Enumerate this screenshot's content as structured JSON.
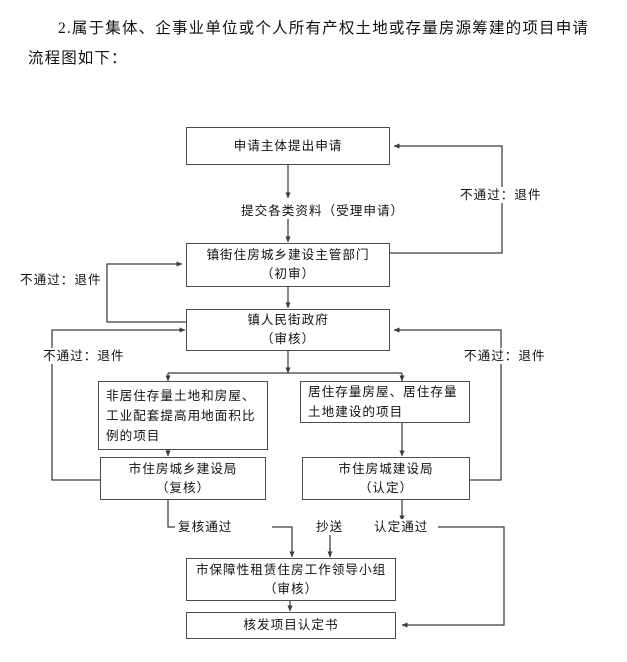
{
  "document": {
    "heading": "2.属于集体、企事业单位或个人所有产权土地或存量房源筹建的项目申请流程图如下："
  },
  "flowchart": {
    "title": "属于集体、企事业单位或个人所有产权土地或存量房源筹建的项目申请流程图",
    "nodes": {
      "applicant": {
        "line1": "申请主体提出申请"
      },
      "town_dept": {
        "line1": "镇街住房城乡建设主管部门",
        "line2": "（初审）"
      },
      "town_gov": {
        "line1": "镇人民街政府",
        "line2": "（审核）"
      },
      "nonres_project": {
        "line1": "非居住存量土地和房屋、工业配套提高用地面积比例的项目"
      },
      "res_project": {
        "line1": "居住存量房屋、居住存量土地建设的项目"
      },
      "city_bureau_review": {
        "line1": "市住房城乡建设局",
        "line2": "（复核）"
      },
      "city_bureau_confirm": {
        "line1": "市住房城建设局",
        "line2": "（认定）"
      },
      "leading_group": {
        "line1": "市保障性租赁住房工作领导小组",
        "line2": "（审核）"
      },
      "certificate": {
        "line1": "核发项目认定书"
      }
    },
    "edge_labels": {
      "submit_materials": "提交各类资料（受理申请）",
      "reject_top_right": "不通过：退件",
      "reject_left_upper": "不通过：退件",
      "reject_left_lower": "不通过：退件",
      "reject_right_lower": "不通过：退件",
      "review_passed": "复核通过",
      "copy_to": "抄送",
      "confirm_passed": "认定通过"
    },
    "colors": {
      "box_border": "#4d4d4d",
      "wire": "#3c3c3c",
      "background": "#ffffff",
      "text": "#111111"
    }
  }
}
